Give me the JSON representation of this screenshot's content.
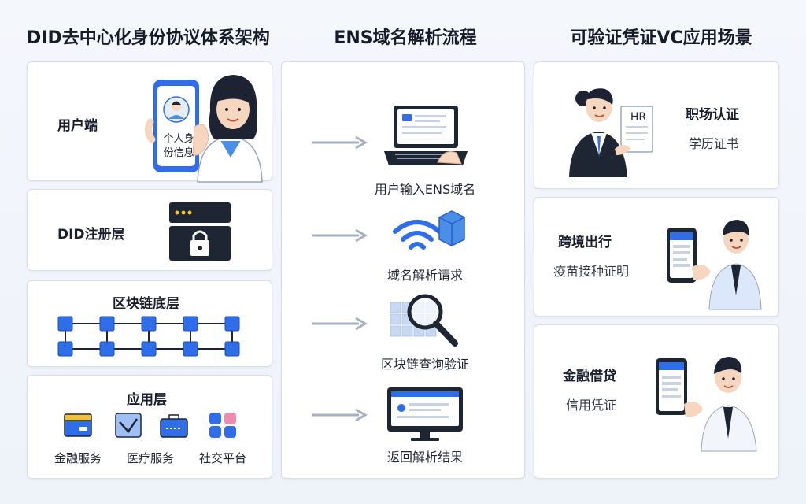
{
  "titles": {
    "left": "DID去中心化身份协议体系架构",
    "middle": "ENS域名解析流程",
    "right": "可验证凭证VC应用场景"
  },
  "left": {
    "user_layer": {
      "label": "用户端",
      "phone_line1": "个人身",
      "phone_line2": "份信息"
    },
    "did_layer": {
      "label": "DID注册层"
    },
    "chain_layer": {
      "label": "区块链底层"
    },
    "app_layer": {
      "label": "应用层",
      "items": [
        {
          "label": "金融服务",
          "icon": "finance-card-icon"
        },
        {
          "label": "医疗服务",
          "icon": "medical-shield-icon"
        },
        {
          "label": "社交平台",
          "icon": "social-grid-icon"
        }
      ]
    }
  },
  "middle": {
    "steps": [
      {
        "label": "用户输入ENS域名",
        "icon": "laptop-icon"
      },
      {
        "label": "域名解析请求",
        "icon": "wifi-cube-icon"
      },
      {
        "label": "区块链查询验证",
        "icon": "magnifier-grid-icon"
      },
      {
        "label": "返回解析结果",
        "icon": "monitor-icon"
      }
    ]
  },
  "right": {
    "cases": [
      {
        "title": "职场认证",
        "sub": "学历证书",
        "doc_label": "HR"
      },
      {
        "title": "跨境出行",
        "sub": "疫苗接种证明"
      },
      {
        "title": "金融借贷",
        "sub": "信用凭证"
      }
    ]
  },
  "colors": {
    "accent": "#2f6ee8",
    "panel_border": "#d8dee9",
    "arrow": "#a5b0c2",
    "dark": "#1f2633"
  }
}
